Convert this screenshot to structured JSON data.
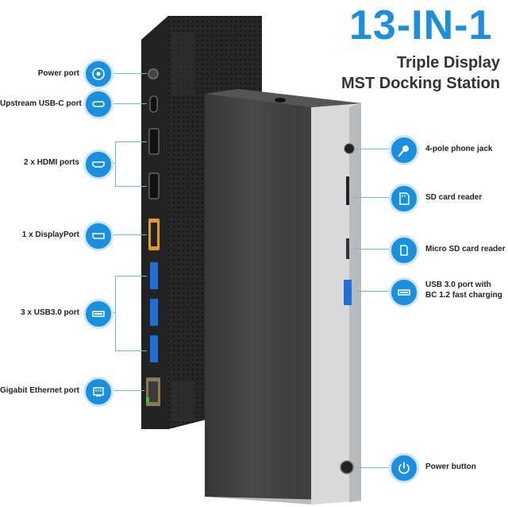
{
  "header": {
    "title": "13-IN-1",
    "subtitle_line1": "Triple Display",
    "subtitle_line2": "MST Docking Station"
  },
  "left_ports": [
    {
      "label": "Power port",
      "icon": "power-port-icon"
    },
    {
      "label": "Upstream USB-C port",
      "icon": "usb-c-icon"
    },
    {
      "label": "2 x HDMI ports",
      "icon": "hdmi-icon"
    },
    {
      "label": "1 x DisplayPort",
      "icon": "displayport-icon"
    },
    {
      "label": "3 x USB3.0 port",
      "icon": "usb-a-icon"
    },
    {
      "label": "Gigabit Ethernet port",
      "icon": "ethernet-icon"
    }
  ],
  "right_ports": [
    {
      "label": "4-pole phone jack",
      "icon": "microphone-icon"
    },
    {
      "label": "SD card reader",
      "icon": "sd-card-icon"
    },
    {
      "label": "Micro SD card reader",
      "icon": "micro-sd-icon"
    },
    {
      "label": "USB 3.0 port with",
      "label2": "BC 1.2 fast charging",
      "icon": "usb-a-icon"
    },
    {
      "label": "Power button",
      "icon": "power-button-icon"
    }
  ],
  "colors": {
    "accent": "#1a8fe0",
    "device_dark": "#2b2b2b",
    "device_silver": "#d8dadc",
    "usb_blue": "#1e6fd9",
    "displayport_orange": "#e39a1f"
  }
}
